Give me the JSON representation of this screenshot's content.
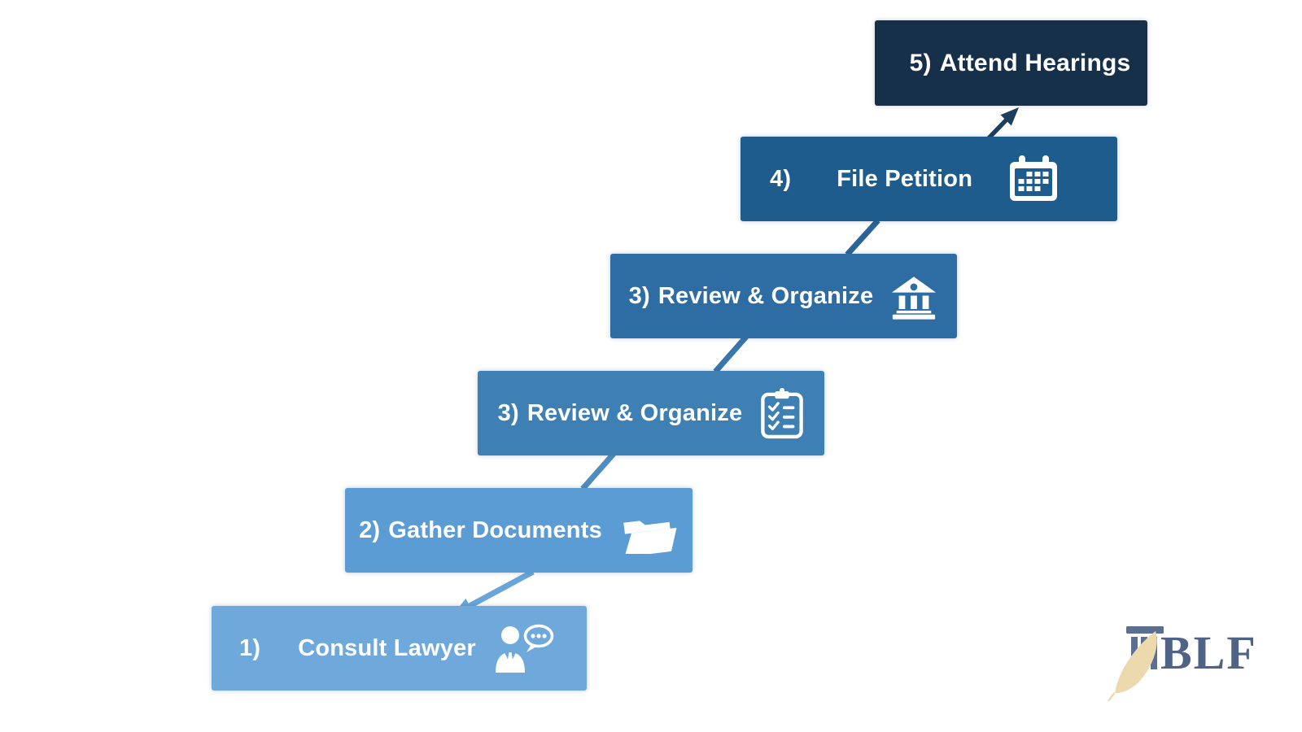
{
  "figure": {
    "type": "process-staircase-diagram",
    "background_color": "#ffffff"
  },
  "steps": [
    {
      "number": "1)",
      "label": "Consult Lawyer",
      "icon": "person-chat-icon",
      "color": "#6fa9dc"
    },
    {
      "number": "2)",
      "label": "Gather Documents",
      "icon": "open-folder-icon",
      "color": "#5b9cd4"
    },
    {
      "number": "3)",
      "label": "Review & Organize",
      "icon": "checklist-clipboard-icon",
      "color": "#3e80b4"
    },
    {
      "number": "3)",
      "label": "Review & Organize",
      "icon": "courthouse-icon",
      "color": "#2d6da3"
    },
    {
      "number": "4)",
      "label": "File Petition",
      "icon": "calendar-icon",
      "color": "#1e5c8e"
    },
    {
      "number": "5)",
      "label": "Attend Hearings",
      "icon": "none",
      "color": "#17304a"
    }
  ],
  "connectors": [
    {
      "from": "step-2",
      "to": "step-1",
      "style": "arrow",
      "color": "#68a6da"
    },
    {
      "from": "step-2",
      "to": "step-3a",
      "style": "line",
      "color": "#4f8cc0"
    },
    {
      "from": "step-3a",
      "to": "step-3b",
      "style": "line",
      "color": "#3876ab"
    },
    {
      "from": "step-3b",
      "to": "step-4",
      "style": "line",
      "color": "#2a6398"
    },
    {
      "from": "step-4",
      "to": "step-5",
      "style": "arrow",
      "color": "#1d3e5e"
    }
  ],
  "logo": {
    "text": "BLF",
    "column_color": "#5b7090",
    "feather_color": "#ecd9ad",
    "text_color": "#4e6386"
  }
}
